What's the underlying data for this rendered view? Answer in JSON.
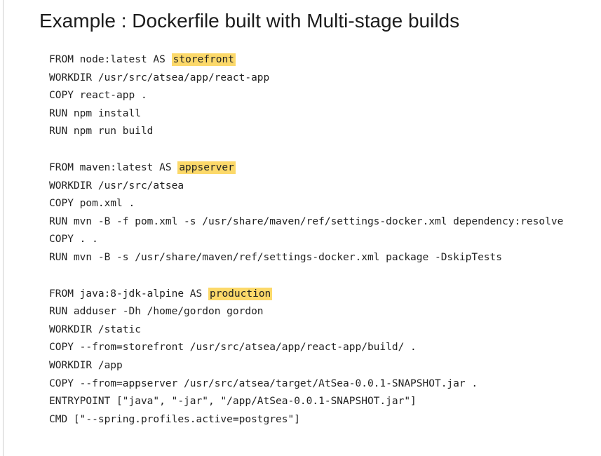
{
  "title": "Example : Dockerfile built with Multi-stage builds",
  "stages": [
    {
      "from_prefix": "FROM node:latest AS ",
      "stage_name": "storefront",
      "lines": [
        "WORKDIR /usr/src/atsea/app/react-app",
        "COPY react-app .",
        "RUN npm install",
        "RUN npm run build"
      ]
    },
    {
      "from_prefix": "FROM maven:latest AS ",
      "stage_name": "appserver",
      "lines": [
        "WORKDIR /usr/src/atsea",
        "COPY pom.xml .",
        "RUN mvn -B -f pom.xml -s /usr/share/maven/ref/settings-docker.xml dependency:resolve",
        "COPY . .",
        "RUN mvn -B -s /usr/share/maven/ref/settings-docker.xml package -DskipTests"
      ]
    },
    {
      "from_prefix": "FROM java:8-jdk-alpine AS ",
      "stage_name": "production",
      "lines": [
        "RUN adduser -Dh /home/gordon gordon",
        "WORKDIR /static",
        "COPY --from=storefront /usr/src/atsea/app/react-app/build/ .",
        "WORKDIR /app",
        "COPY --from=appserver /usr/src/atsea/target/AtSea-0.0.1-SNAPSHOT.jar .",
        "ENTRYPOINT [\"java\", \"-jar\", \"/app/AtSea-0.0.1-SNAPSHOT.jar\"]",
        "CMD [\"--spring.profiles.active=postgres\"]"
      ]
    }
  ],
  "colors": {
    "highlight": "#fcd96a",
    "text": "#222222",
    "title": "#1b1b1b"
  }
}
